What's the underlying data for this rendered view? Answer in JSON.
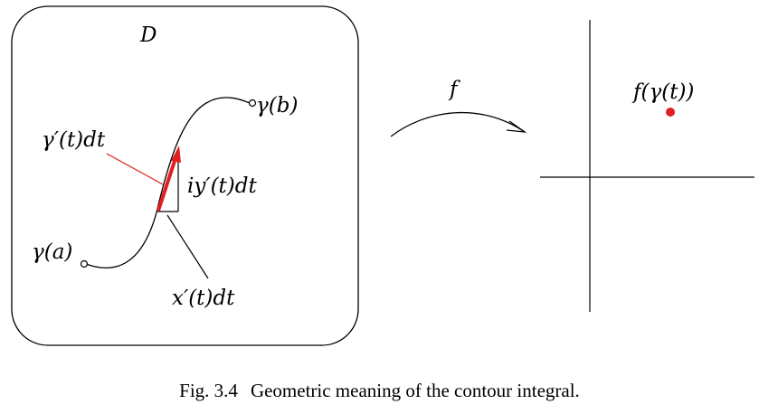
{
  "domain_label": "D",
  "gamma_a": "γ(a)",
  "gamma_b": "γ(b)",
  "gamma_prime": "γ′(t)dt",
  "iy_prime": "iy′(t)dt",
  "x_prime": "x′(t)dt",
  "map_label": "f",
  "image_point_label": "f(γ(t))",
  "caption": {
    "number": "Fig. 3.4",
    "text": "Geometric meaning of the contour integral."
  },
  "colors": {
    "highlight": "#e02020",
    "ink": "#000000"
  }
}
